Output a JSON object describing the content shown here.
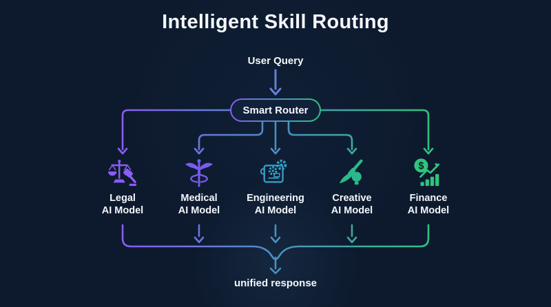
{
  "title": "Intelligent Skill Routing",
  "flow": {
    "input_label": "User Query",
    "router_label": "Smart Router",
    "output_label": "unified response"
  },
  "models": [
    {
      "name": "Legal",
      "type_label": "AI Model",
      "icon": "scales-of-justice-gavel-icon",
      "color": "#8b5cf6"
    },
    {
      "name": "Medical",
      "type_label": "AI Model",
      "icon": "caduceus-icon",
      "color": "#7b5cef"
    },
    {
      "name": "Engineering",
      "type_label": "AI Model",
      "icon": "blueprint-gears-icon",
      "color": "#35a0c8"
    },
    {
      "name": "Creative",
      "type_label": "AI Model",
      "icon": "paintbrush-bulb-icon",
      "color": "#2db88a",
      "symbol": ""
    },
    {
      "name": "Finance",
      "type_label": "AI Model",
      "icon": "dollar-coin-chart-icon",
      "color": "#2fc57c",
      "symbol": "$"
    }
  ],
  "colors": {
    "background": "#0d1a2e",
    "text": "#f4f7fb",
    "gradient_start": "#8b5cf6",
    "gradient_mid": "#4a8fc4",
    "gradient_end": "#2fc57c",
    "query_arrow": "#6680d8",
    "router_fill": "#12213a"
  }
}
